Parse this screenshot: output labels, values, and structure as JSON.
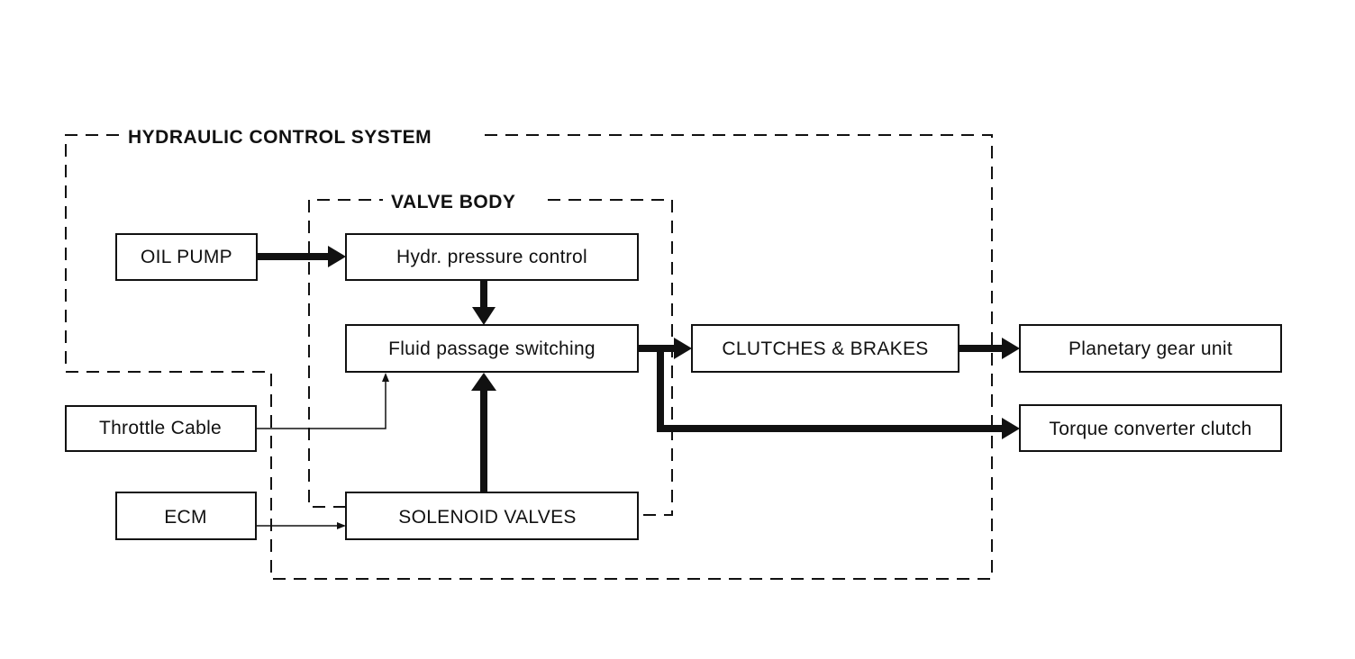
{
  "diagram": {
    "groups": {
      "hydraulic_control_system": "HYDRAULIC CONTROL SYSTEM",
      "valve_body": "VALVE BODY"
    },
    "nodes": {
      "oil_pump": "OIL PUMP",
      "hydr_pressure_control": "Hydr. pressure control",
      "fluid_passage_switching": "Fluid passage switching",
      "throttle_cable": "Throttle Cable",
      "ecm": "ECM",
      "solenoid_valves": "SOLENOID VALVES",
      "clutches_brakes": "CLUTCHES & BRAKES",
      "planetary_gear_unit": "Planetary gear unit",
      "torque_converter_clutch": "Torque converter clutch"
    },
    "edges": [
      {
        "from": "oil_pump",
        "to": "hydr_pressure_control",
        "style": "thick"
      },
      {
        "from": "hydr_pressure_control",
        "to": "fluid_passage_switching",
        "style": "thick"
      },
      {
        "from": "solenoid_valves",
        "to": "fluid_passage_switching",
        "style": "thick"
      },
      {
        "from": "fluid_passage_switching",
        "to": "clutches_brakes",
        "style": "thick"
      },
      {
        "from": "fluid_passage_switching",
        "to": "torque_converter_clutch",
        "style": "thick"
      },
      {
        "from": "clutches_brakes",
        "to": "planetary_gear_unit",
        "style": "thick"
      },
      {
        "from": "throttle_cable",
        "to": "fluid_passage_switching",
        "style": "thin"
      },
      {
        "from": "ecm",
        "to": "solenoid_valves",
        "style": "thin"
      }
    ]
  }
}
